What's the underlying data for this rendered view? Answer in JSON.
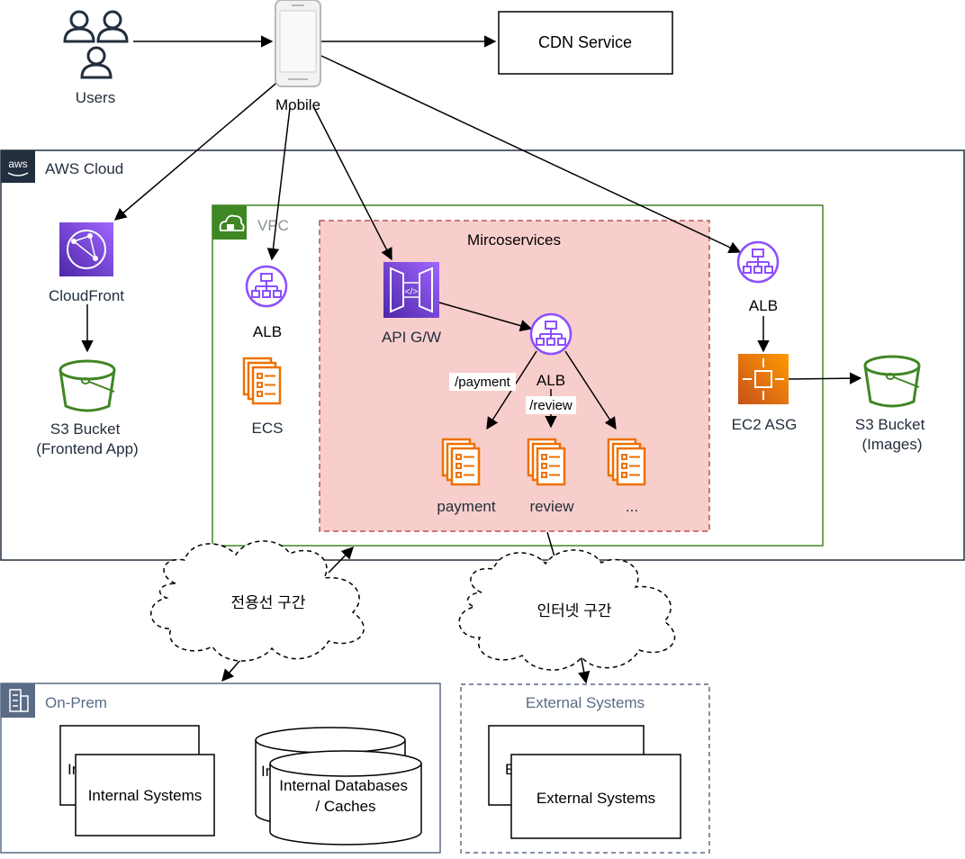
{
  "nodes": {
    "users": "Users",
    "mobile": "Mobile",
    "cdn": "CDN Service",
    "cloudfront": "CloudFront",
    "s3_frontend": [
      "S3 Bucket",
      "(Frontend App)"
    ],
    "alb_left": "ALB",
    "ecs": "ECS",
    "api_gw": "API G/W",
    "alb_micro": "ALB",
    "payment": "payment",
    "review": "review",
    "more": "...",
    "alb_right": "ALB",
    "ec2_asg": "EC2 ASG",
    "s3_images": [
      "S3 Bucket",
      "(Images)"
    ]
  },
  "groups": {
    "aws_cloud": "AWS Cloud",
    "aws_logo": "aws",
    "vpc": "VPC",
    "microservices": "Mircoservices",
    "on_prem": "On-Prem",
    "external": "External Systems"
  },
  "edge_labels": {
    "payment_route": "/payment",
    "review_route": "/review"
  },
  "clouds": {
    "leased_line": "전용선 구간",
    "internet": "인터넷 구간"
  },
  "on_prem_items": {
    "systems_back": "In",
    "systems": "Internal Systems",
    "db_back": "In",
    "db": [
      "Internal Databases",
      "/ Caches"
    ]
  },
  "external_items": {
    "systems_back": "E",
    "systems": "External Systems"
  },
  "colors": {
    "aws_border": "#232f3e",
    "vpc_green": "#3f8624",
    "micro_fill": "#f8cecc",
    "micro_border": "#b85450",
    "purple": "#8c4fff",
    "orange": "#ed7100",
    "s3_green": "#3f8624",
    "onprem_border": "#5a6b86",
    "external_label": "#5a6b86"
  },
  "icons": [
    "users-icon",
    "mobile-phone-icon",
    "cloudfront-icon",
    "s3-bucket-icon",
    "alb-icon",
    "ecs-icon",
    "api-gateway-icon",
    "ec2-asg-icon",
    "vpc-lock-icon",
    "building-icon"
  ]
}
